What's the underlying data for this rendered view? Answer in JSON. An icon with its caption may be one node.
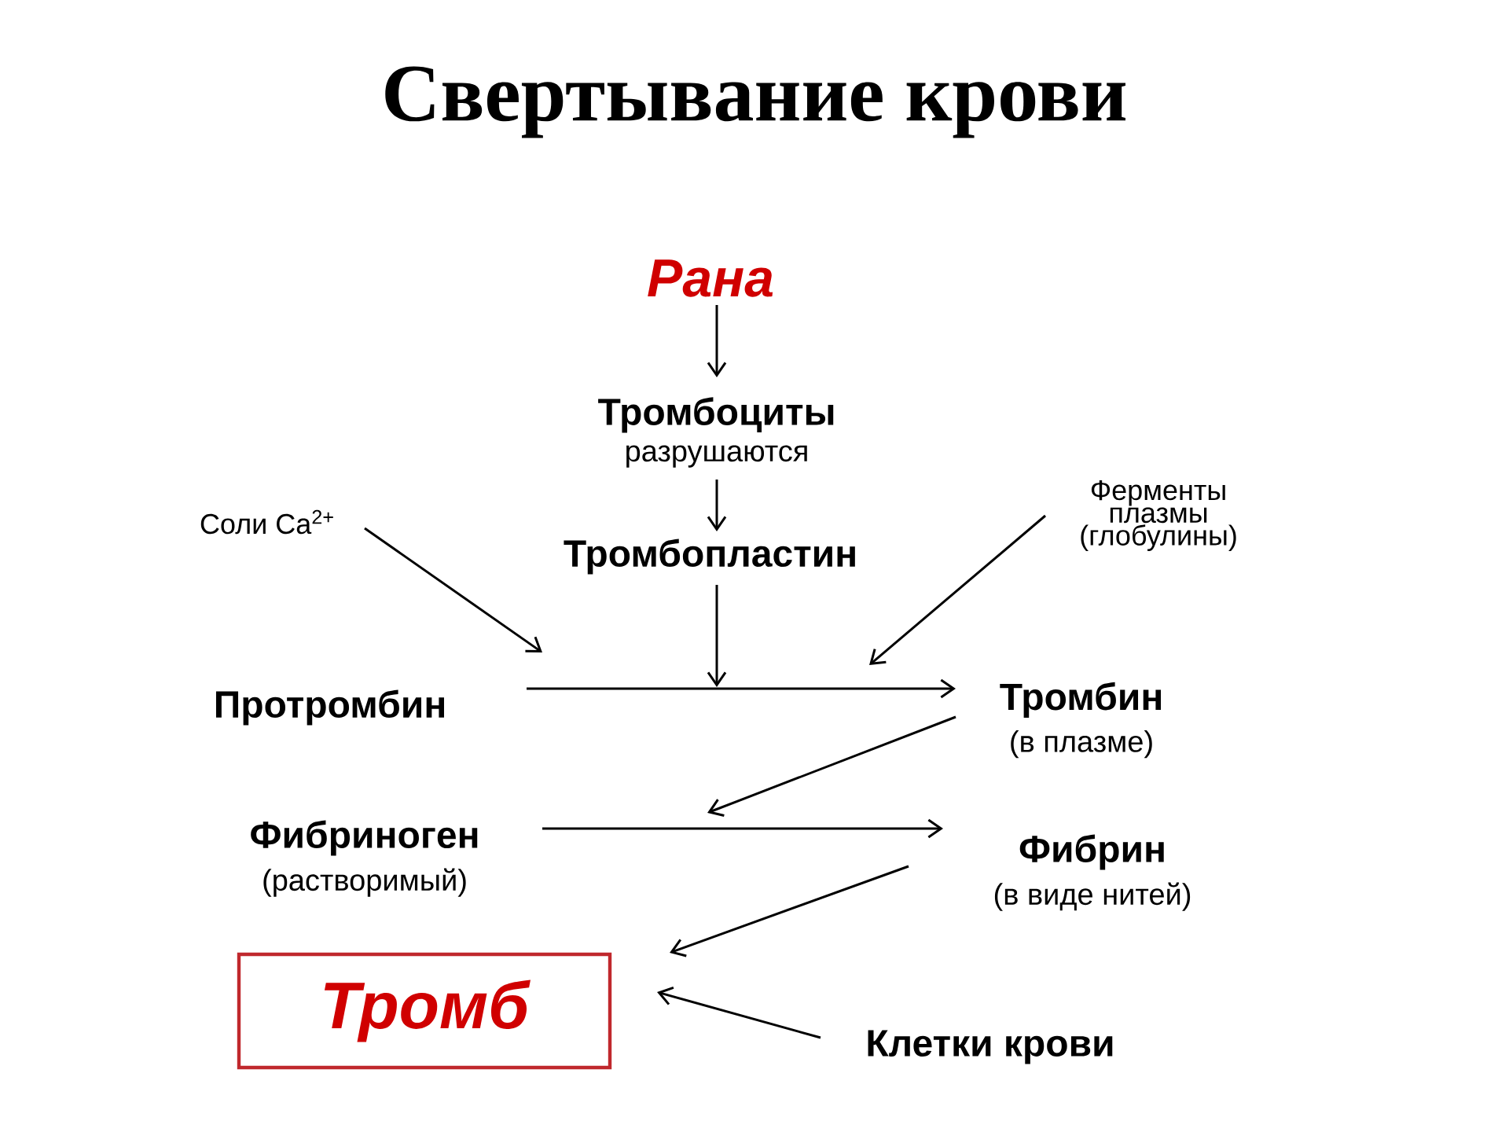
{
  "diagram": {
    "title": "Свертывание крови",
    "nodes": [
      {
        "text": [
          "Рана"
        ]
      },
      {
        "text": [
          "Тромбоциты",
          "разрушаются"
        ]
      },
      {
        "text": [
          "Тромбопластин"
        ]
      },
      {
        "text": [
          "Соли Ca$^{2+}$"
        ]
      },
      {
        "text": [
          "Ферменты плазмы (глобулины)"
        ]
      },
      {
        "text": [
          "Протромбин"
        ]
      },
      {
        "text": [
          "Тромбин",
          "(в плазме)"
        ]
      },
      {
        "text": [
          "Фибриноген",
          "(растворимый)"
        ]
      },
      {
        "text": [
          "Фибрин",
          "(в виде нитей)"
        ]
      },
      {
        "text": [
          "Тромб"
        ]
      },
      {
        "text": [
          "Клетки крови"
        ]
      }
    ],
    "edges": [
      {
        "from": 0,
        "to": 1,
        "arrow": "to"
      },
      {
        "from": 1,
        "to": 2,
        "arrow": "to"
      },
      {
        "from": 2,
        "to": null,
        "arrow": "to"
      },
      {
        "from": 3,
        "to": null,
        "arrow": "to"
      },
      {
        "from": 4,
        "to": null,
        "arrow": "to"
      },
      {
        "from": 5,
        "to": 6,
        "arrow": "to"
      },
      {
        "from": 6,
        "to": null,
        "arrow": "to"
      },
      {
        "from": 7,
        "to": 8,
        "arrow": "to"
      },
      {
        "from": 8,
        "to": 9,
        "arrow": "to"
      },
      {
        "from": 10,
        "to": 9,
        "arrow": "to"
      }
    ]
  }
}
